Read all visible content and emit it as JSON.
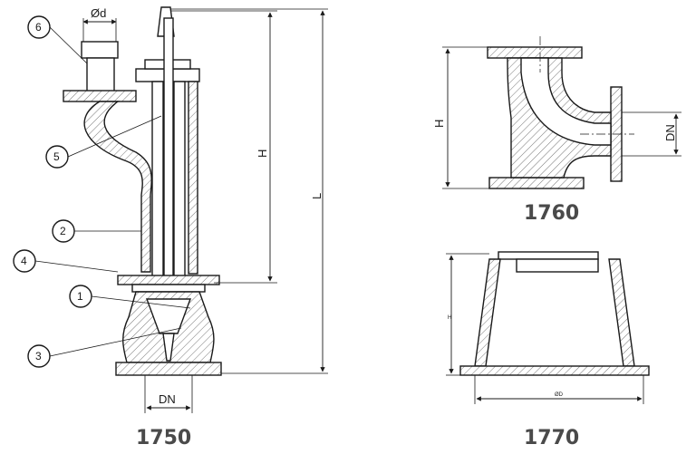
{
  "drawings": {
    "d1750": {
      "caption": "1750",
      "dim_d": "Ød",
      "dim_H": "H",
      "dim_L": "L",
      "dim_DN": "DN",
      "balloons": [
        "1",
        "2",
        "3",
        "4",
        "5",
        "6"
      ]
    },
    "d1760": {
      "caption": "1760",
      "dim_H": "H",
      "dim_DN": "DN"
    },
    "d1770": {
      "caption": "1770",
      "dim_H": "H",
      "dim_D": "ØD"
    }
  }
}
